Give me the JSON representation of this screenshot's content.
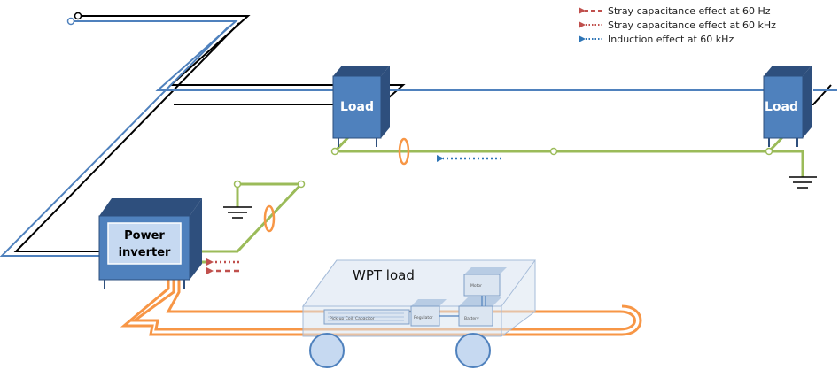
{
  "legend": [
    {
      "label": "Stray capacitance effect at 60 Hz",
      "color": "#c0504d",
      "style": "dashed"
    },
    {
      "label": "Stray capacitance effect at 60 kHz",
      "color": "#c0504d",
      "style": "dotted"
    },
    {
      "label": "Induction effect at 60 kHz",
      "color": "#2e75b6",
      "style": "dotted"
    }
  ],
  "labels": {
    "load_left": "Load",
    "load_right": "Load",
    "power_inverter_line1": "Power",
    "power_inverter_line2": "inverter",
    "wpt_load": "WPT load"
  },
  "vehicle_parts": {
    "pickup": "Pick-up Coil, Capacitor",
    "regulator": "Regulator",
    "battery": "Battery",
    "motor": "Motor"
  },
  "colors": {
    "box_fill": "#4f81bd",
    "box_dark": "#2e4f7d",
    "green_wire": "#9bbb59",
    "orange_coil": "#f79646",
    "blue_wire": "#4f81bd",
    "black_wire": "#000000",
    "arrow_red": "#c0504d",
    "arrow_blue": "#2e75b6"
  }
}
